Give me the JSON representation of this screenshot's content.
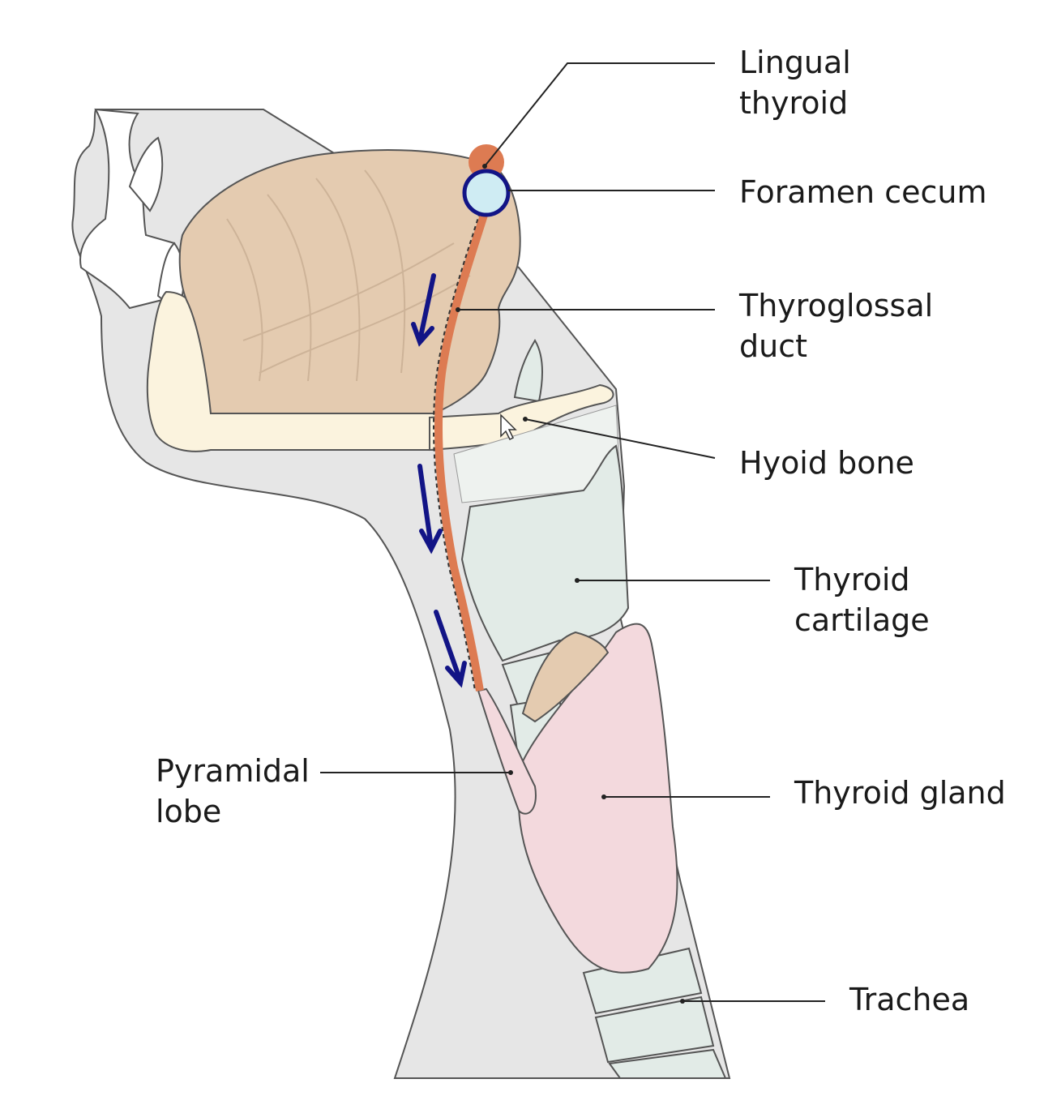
{
  "colors": {
    "neck": "#e6e6e6",
    "tongue": "#e4cbb0",
    "bone": "#fbf3de",
    "cartilage": "#e2ebe7",
    "gland": "#f3d9dd",
    "duct": "#dd7b52",
    "foramen": "#cfecf3",
    "arrow": "#121486",
    "leader": "#222222"
  },
  "labels": {
    "lingual_thyroid": [
      "Lingual",
      "thyroid"
    ],
    "foramen_cecum": [
      "Foramen cecum"
    ],
    "thyroglossal_duct": [
      "Thyroglossal",
      "duct"
    ],
    "hyoid_bone": [
      "Hyoid bone"
    ],
    "thyroid_cartilage": [
      "Thyroid",
      "cartilage"
    ],
    "thyroid_gland": [
      "Thyroid gland"
    ],
    "pyramidal_lobe": [
      "Pyramidal",
      "lobe"
    ],
    "trachea": [
      "Trachea"
    ]
  },
  "icons": {
    "pointer": "mouse-cursor-icon"
  }
}
